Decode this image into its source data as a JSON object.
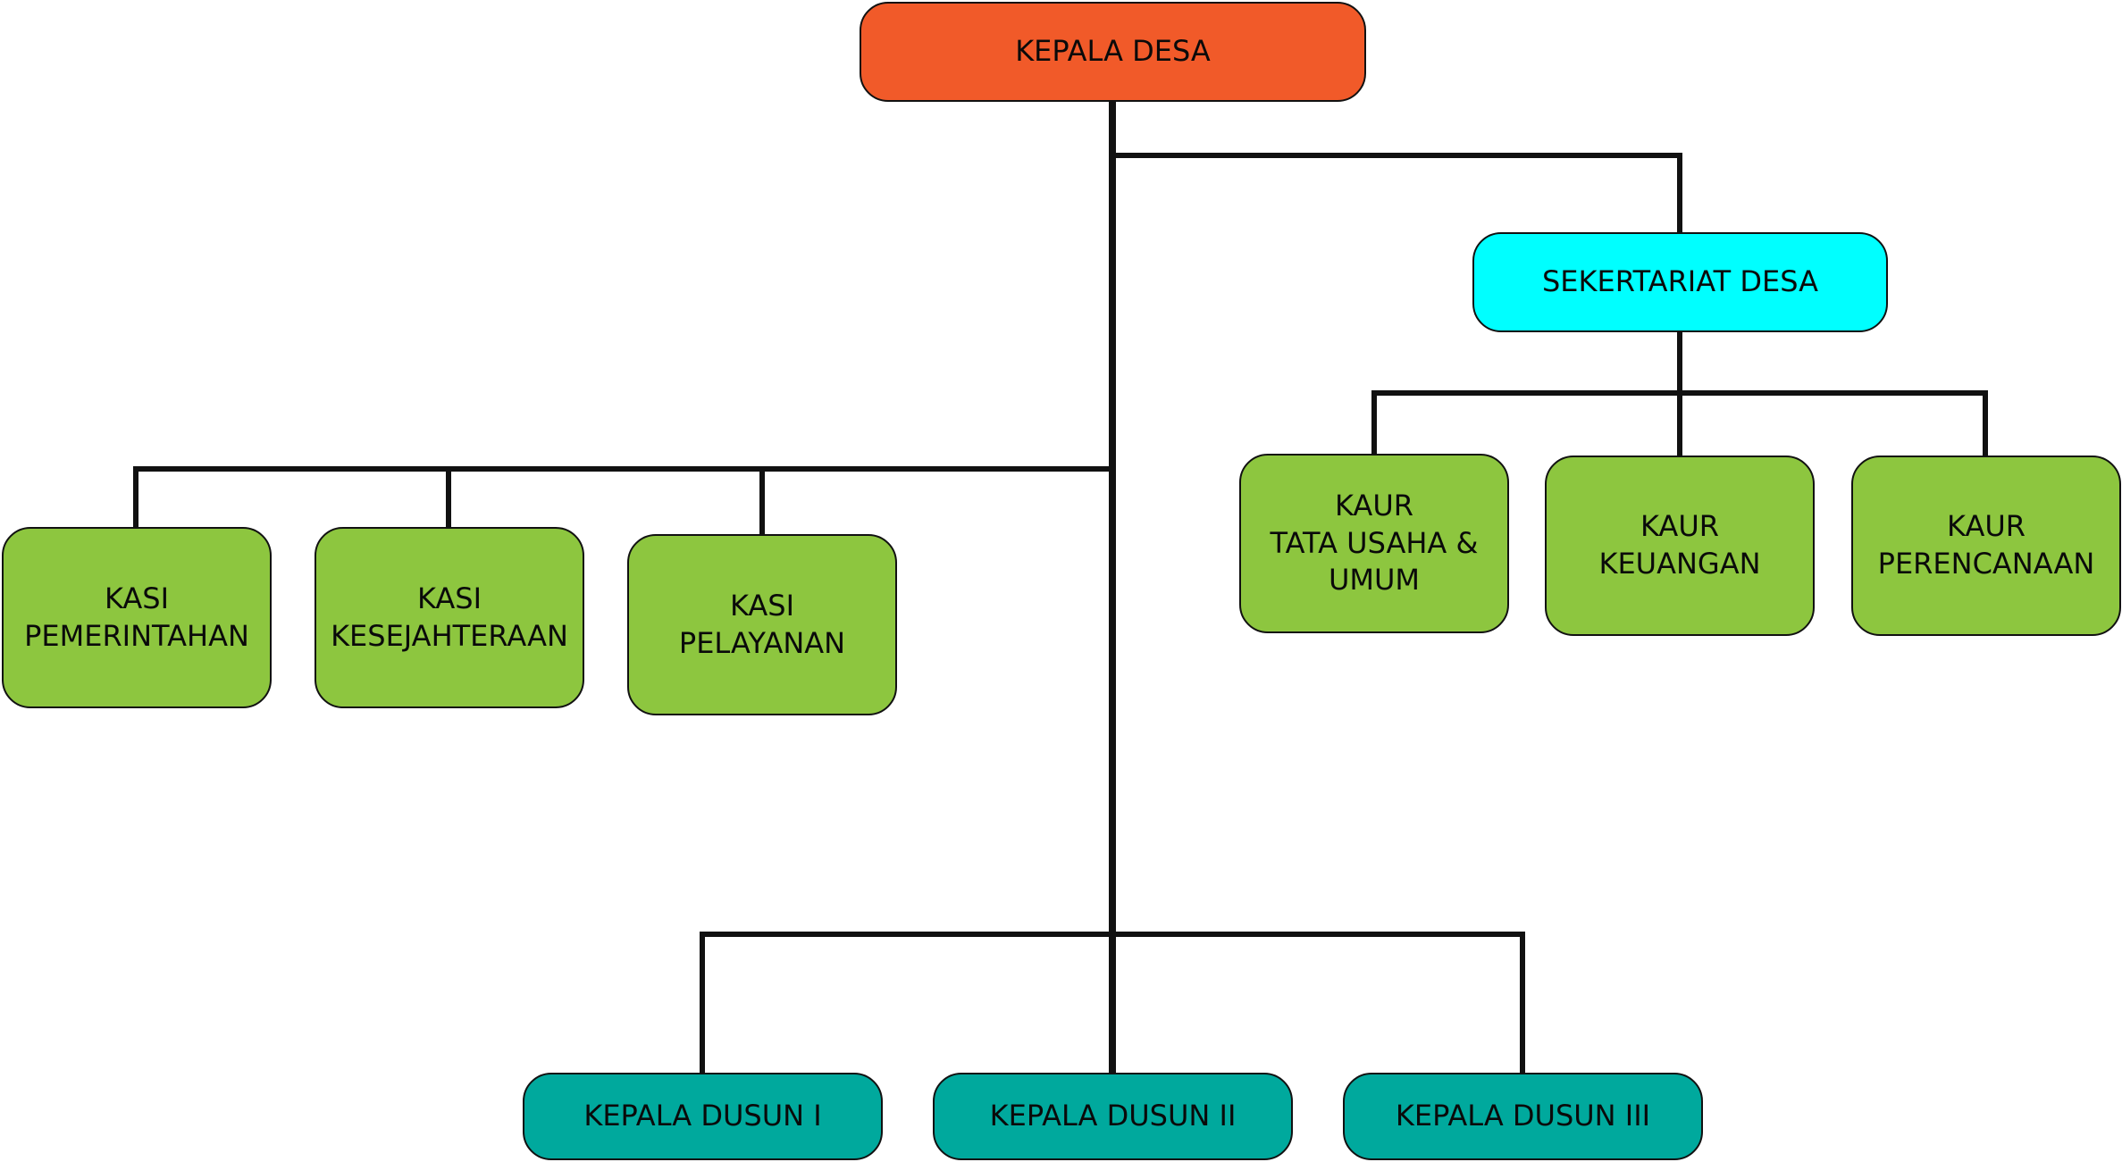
{
  "diagram": {
    "type": "org-chart",
    "line_color": "#111111",
    "nodes": {
      "kepala_desa": {
        "label": "KEPALA DESA",
        "color": "#f15a29"
      },
      "sekretariat": {
        "label": "SEKERTARIAT DESA",
        "color": "#00ffff"
      },
      "kaur_tu": {
        "label": "KAUR\nTATA USAHA &\nUMUM",
        "color": "#8dc63f"
      },
      "kaur_keuangan": {
        "label": "KAUR\nKEUANGAN",
        "color": "#8dc63f"
      },
      "kaur_perencanaan": {
        "label": "KAUR\nPERENCANAAN",
        "color": "#8dc63f"
      },
      "kasi_pemerintahan": {
        "label": "KASI\nPEMERINTAHAN",
        "color": "#8dc63f"
      },
      "kasi_kesejahteraan": {
        "label": "KASI\nKESEJAHTERAAN",
        "color": "#8dc63f"
      },
      "kasi_pelayanan": {
        "label": "KASI\nPELAYANAN",
        "color": "#8dc63f"
      },
      "dusun_1": {
        "label": "KEPALA DUSUN I",
        "color": "#00a99d"
      },
      "dusun_2": {
        "label": "KEPALA DUSUN II",
        "color": "#00a99d"
      },
      "dusun_3": {
        "label": "KEPALA DUSUN III",
        "color": "#00a99d"
      }
    },
    "edges": [
      [
        "kepala_desa",
        "sekretariat"
      ],
      [
        "sekretariat",
        "kaur_tu"
      ],
      [
        "sekretariat",
        "kaur_keuangan"
      ],
      [
        "sekretariat",
        "kaur_perencanaan"
      ],
      [
        "kepala_desa",
        "kasi_pemerintahan"
      ],
      [
        "kepala_desa",
        "kasi_kesejahteraan"
      ],
      [
        "kepala_desa",
        "kasi_pelayanan"
      ],
      [
        "kepala_desa",
        "dusun_1"
      ],
      [
        "kepala_desa",
        "dusun_2"
      ],
      [
        "kepala_desa",
        "dusun_3"
      ]
    ]
  }
}
